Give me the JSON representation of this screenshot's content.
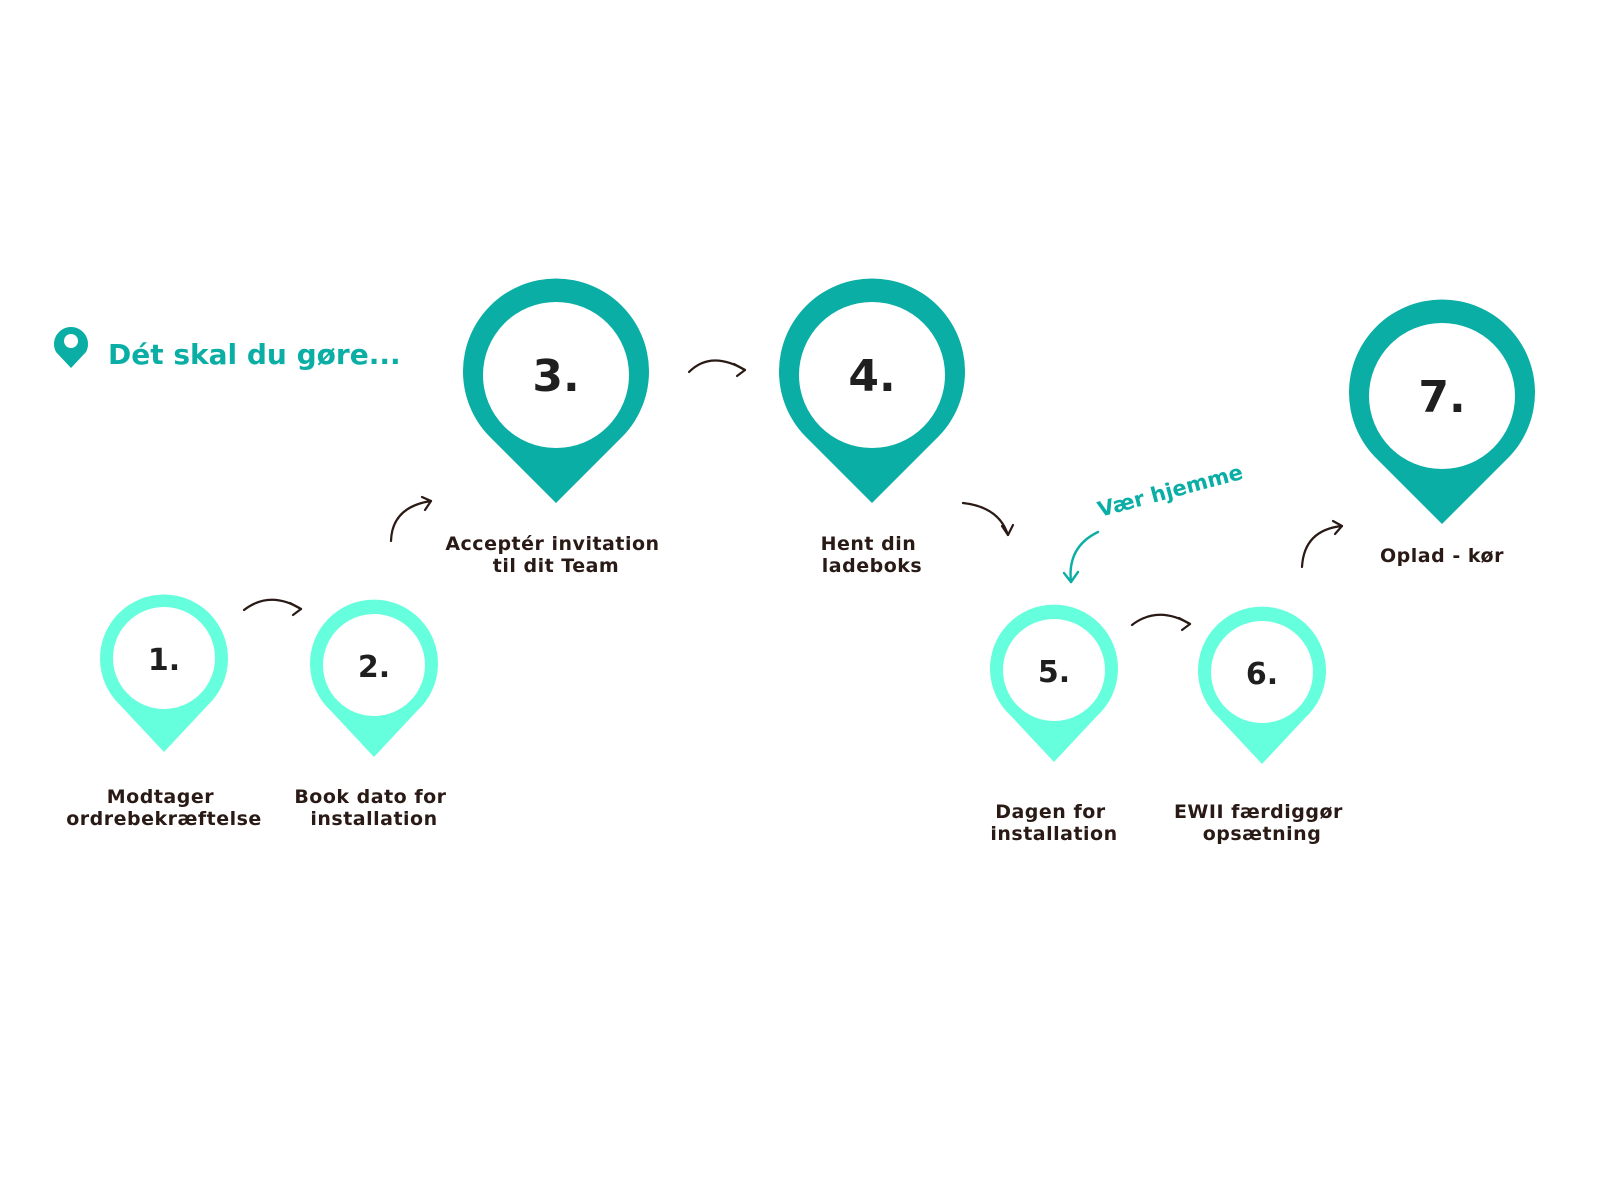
{
  "header": {
    "title": "Dét skal du gøre...",
    "icon": "location-pin-icon"
  },
  "colors": {
    "primary_teal": "#0aaea5",
    "light_mint": "#66ffdd",
    "text_dark": "#2a1a16",
    "number_dark": "#1f1f1f"
  },
  "note": {
    "text": "Vær hjemme"
  },
  "steps": [
    {
      "number": "1.",
      "label_lines": [
        "Modtager",
        "ordrebekræftelse"
      ],
      "style": "light"
    },
    {
      "number": "2.",
      "label_lines": [
        "Book dato for",
        "installation"
      ],
      "style": "light"
    },
    {
      "number": "3.",
      "label_lines": [
        "Acceptér invitation",
        "til dit Team"
      ],
      "style": "dark"
    },
    {
      "number": "4.",
      "label_lines": [
        "Hent din",
        "ladeboks"
      ],
      "style": "dark"
    },
    {
      "number": "5.",
      "label_lines": [
        "Dagen for",
        "installation"
      ],
      "style": "light"
    },
    {
      "number": "6.",
      "label_lines": [
        "EWII færdiggør",
        "opsætning"
      ],
      "style": "light"
    },
    {
      "number": "7.",
      "label_lines": [
        "Oplad - kør"
      ],
      "style": "dark"
    }
  ]
}
